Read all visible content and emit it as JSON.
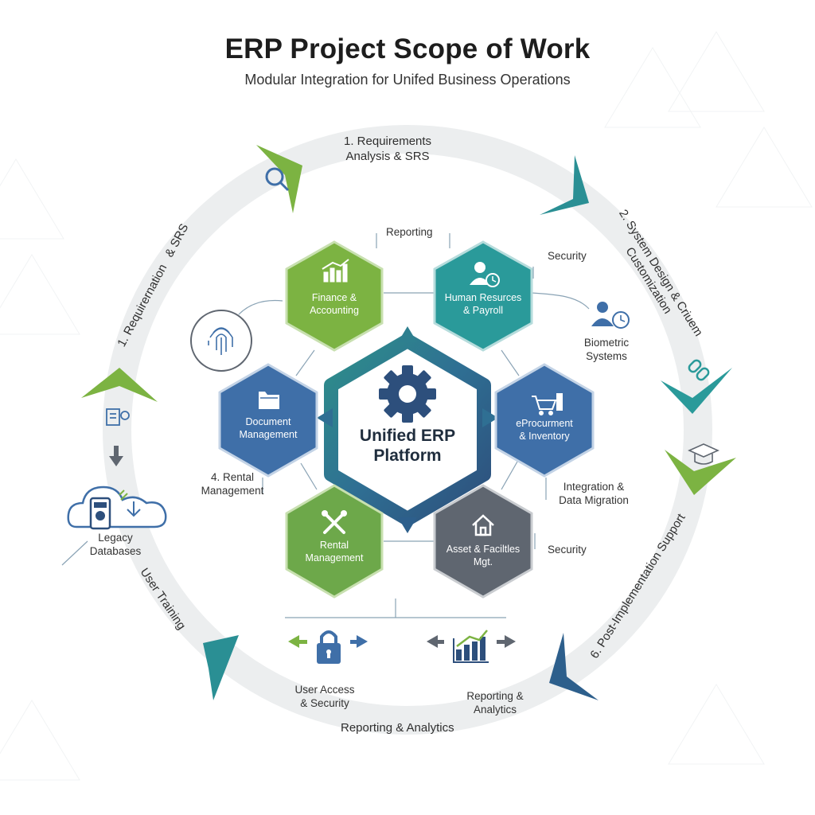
{
  "header": {
    "title": "ERP Project Scope of Work",
    "subtitle": "Modular Integration for Unifed Business Operations"
  },
  "ring_labels": {
    "step1_top": "1. Requirements\nAnalysis & SRS",
    "step1_left": "1. Requirernation   & SRS",
    "step2": "2. System Design & Criuem\nCustomization",
    "step6": "6. Post-Implementation Support",
    "user_training": "User Training",
    "bottom": "Reporting & Analytics"
  },
  "center": {
    "label": "Unified ERP\nPlatform"
  },
  "modules": {
    "finance": "Finance &\nAccounting",
    "hr": "Human Resurces\n& Payroll",
    "document": "Document\nManagement",
    "eprocurement": "eProcurment\n& Inventory",
    "rental": "Rental\nManagement",
    "asset": "Asset & Faciltles\nMgt."
  },
  "annotations": {
    "reporting": "Reporting",
    "security_top": "Security",
    "biometric": "Biometric\nSystems",
    "rental_left": "4. Rental\nManagement",
    "integration": "Integration &\nData Migration",
    "security_right": "Security",
    "legacy": "Legacy\nDatabases",
    "user_access": "User Access\n& Security",
    "reporting_analytics": "Reporting &\nAnalytics"
  },
  "colors": {
    "green": "#7cb342",
    "teal": "#2a9a9a",
    "blue": "#3f6fa8",
    "gray": "#5f6670",
    "navy": "#2d4f7c",
    "ring": "#eceeef"
  }
}
